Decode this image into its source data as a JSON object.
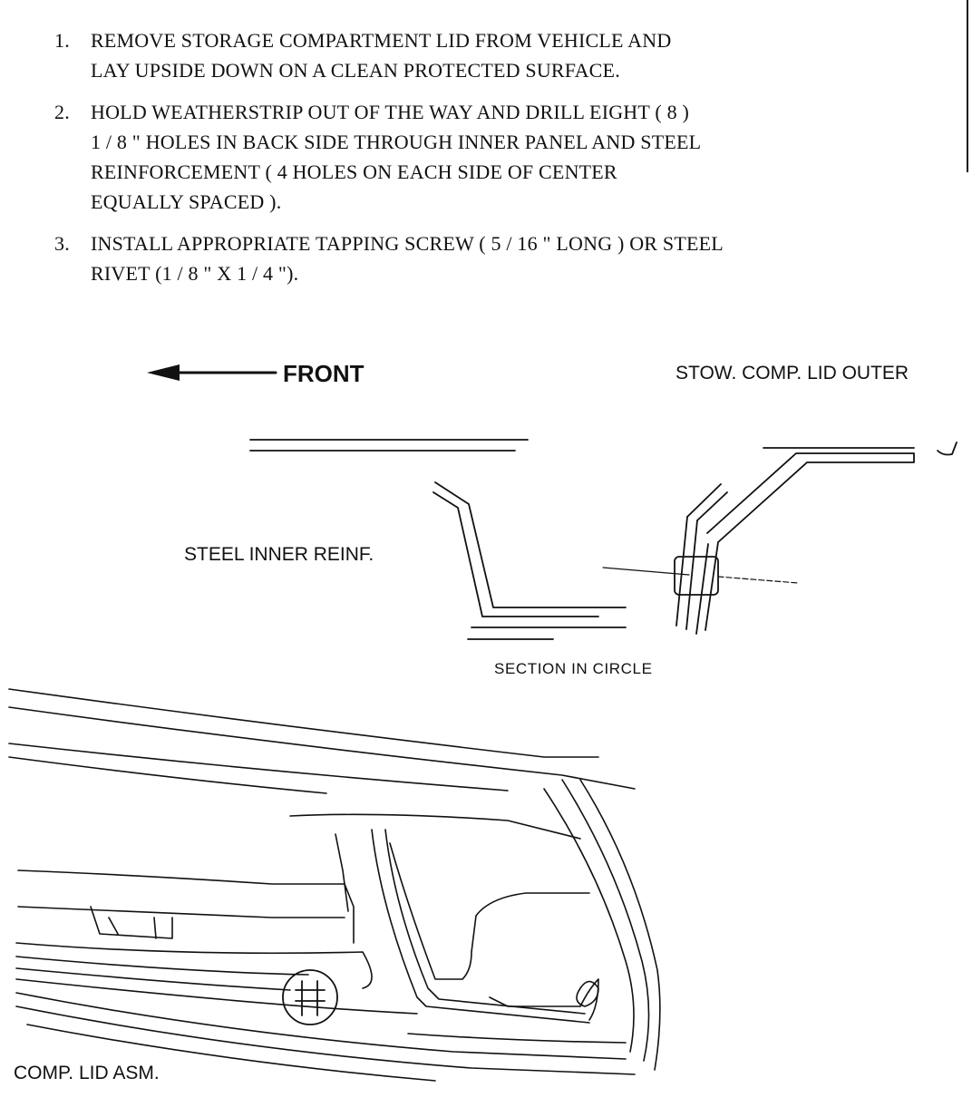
{
  "instructions": {
    "steps": [
      {
        "number": "1.",
        "text_lines": [
          "REMOVE STORAGE COMPARTMENT LID FROM VEHICLE AND",
          "LAY UPSIDE DOWN ON A CLEAN PROTECTED SURFACE."
        ]
      },
      {
        "number": "2.",
        "text_lines": [
          "HOLD WEATHERSTRIP OUT OF THE WAY AND DRILL EIGHT ( 8 )",
          "1 / 8 \" HOLES IN BACK SIDE THROUGH INNER PANEL AND STEEL",
          "REINFORCEMENT ( 4 HOLES ON EACH SIDE OF CENTER",
          "EQUALLY SPACED )."
        ]
      },
      {
        "number": "3.",
        "text_lines": [
          "INSTALL APPROPRIATE TAPPING SCREW ( 5 / 16 \" LONG ) OR STEEL",
          "RIVET (1 / 8 \" X  1 / 4 \")."
        ]
      }
    ]
  },
  "diagram": {
    "front_label": "FRONT",
    "outer_label": "STOW. COMP. LID OUTER",
    "inner_label": "STEEL INNER REINF.",
    "section_label": "SECTION IN CIRCLE",
    "assembly_label": "COMP. LID ASM.",
    "line_color": "#111111"
  }
}
